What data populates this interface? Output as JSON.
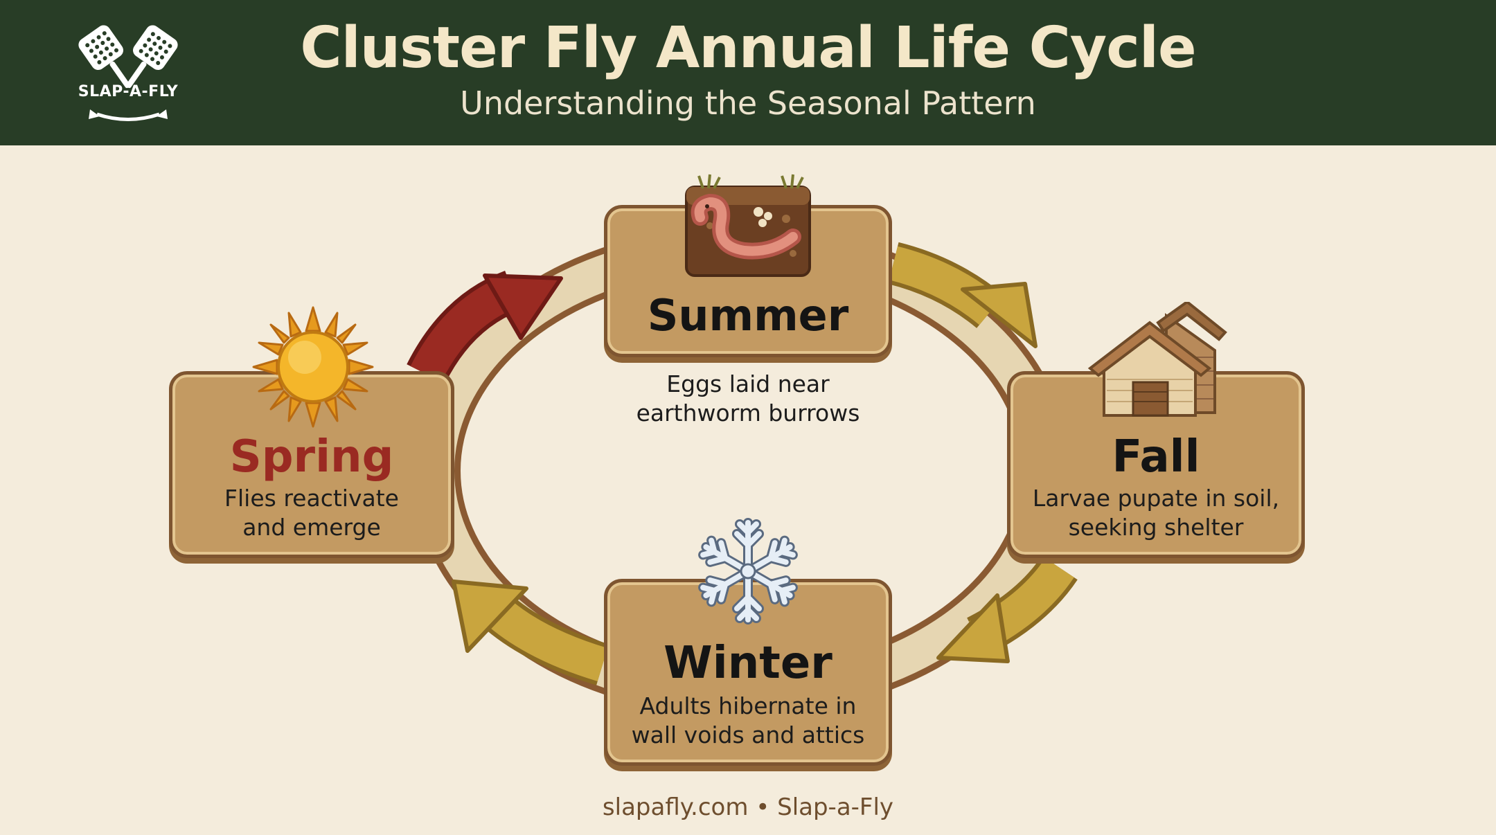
{
  "header": {
    "title": "Cluster Fly Annual Life Cycle",
    "subtitle": "Understanding the Seasonal Pattern",
    "logo_text": "SLAP-A-FLY"
  },
  "stages": {
    "summer": {
      "name": "Summer",
      "description_line1": "Eggs laid near",
      "description_line2": "earthworm burrows",
      "icon": "earthworm-soil-icon"
    },
    "fall": {
      "name": "Fall",
      "description_line1": "Larvae pupate in soil,",
      "description_line2": "seeking shelter",
      "icon": "house-icon"
    },
    "winter": {
      "name": "Winter",
      "description_line1": "Adults hibernate in",
      "description_line2": "wall voids and attics",
      "icon": "snowflake-icon"
    },
    "spring": {
      "name": "Spring",
      "description_line1": "Flies reactivate",
      "description_line2": "and emerge",
      "icon": "sun-icon"
    }
  },
  "colors": {
    "header_bg": "#283d26",
    "page_bg": "#f4ecdc",
    "card_fill": "#c39a62",
    "spring_accent": "#9a2a22",
    "arrow_gold": "#c9a53e",
    "arrow_red": "#9a2a22"
  },
  "footer": {
    "text": "slapafly.com • Slap-a-Fly"
  }
}
